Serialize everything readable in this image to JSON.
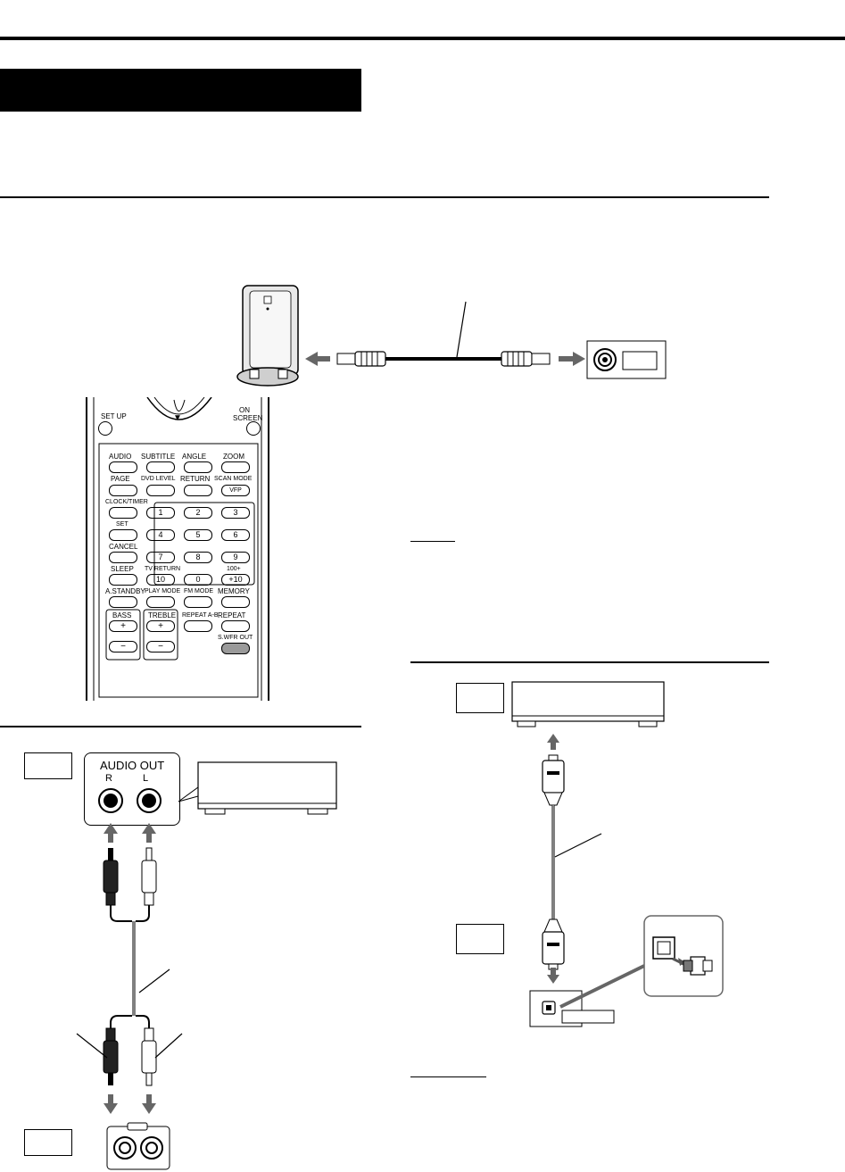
{
  "remote": {
    "row_top": {
      "setup": "SET UP",
      "on_screen_1": "ON",
      "on_screen_2": "SCREEN",
      "down_arrow": "▼"
    },
    "row1": [
      "AUDIO",
      "SUBTITLE",
      "ANGLE",
      "ZOOM"
    ],
    "row2": [
      "PAGE",
      "DVD LEVEL",
      "RETURN",
      "SCAN MODE"
    ],
    "vfp": "VFP",
    "clock_timer": "CLOCK/TIMER",
    "set": "SET",
    "cancel": "CANCEL",
    "sleep": "SLEEP",
    "tv_return": "TV RETURN",
    "hundred_plus": "100+",
    "numbers": [
      "1",
      "2",
      "3",
      "4",
      "5",
      "6",
      "7",
      "8",
      "9",
      "10",
      "0",
      "+10"
    ],
    "row_modes": [
      "A.STANDBY",
      "PLAY MODE",
      "FM MODE",
      "MEMORY"
    ],
    "bass": "BASS",
    "treble": "TREBLE",
    "repeat_ab": "REPEAT A-B",
    "repeat": "REPEAT",
    "swfr_out": "S.WFR OUT",
    "plus": "+",
    "minus": "−"
  },
  "audio_out": {
    "title": "AUDIO OUT",
    "r": "R",
    "l": "L"
  }
}
